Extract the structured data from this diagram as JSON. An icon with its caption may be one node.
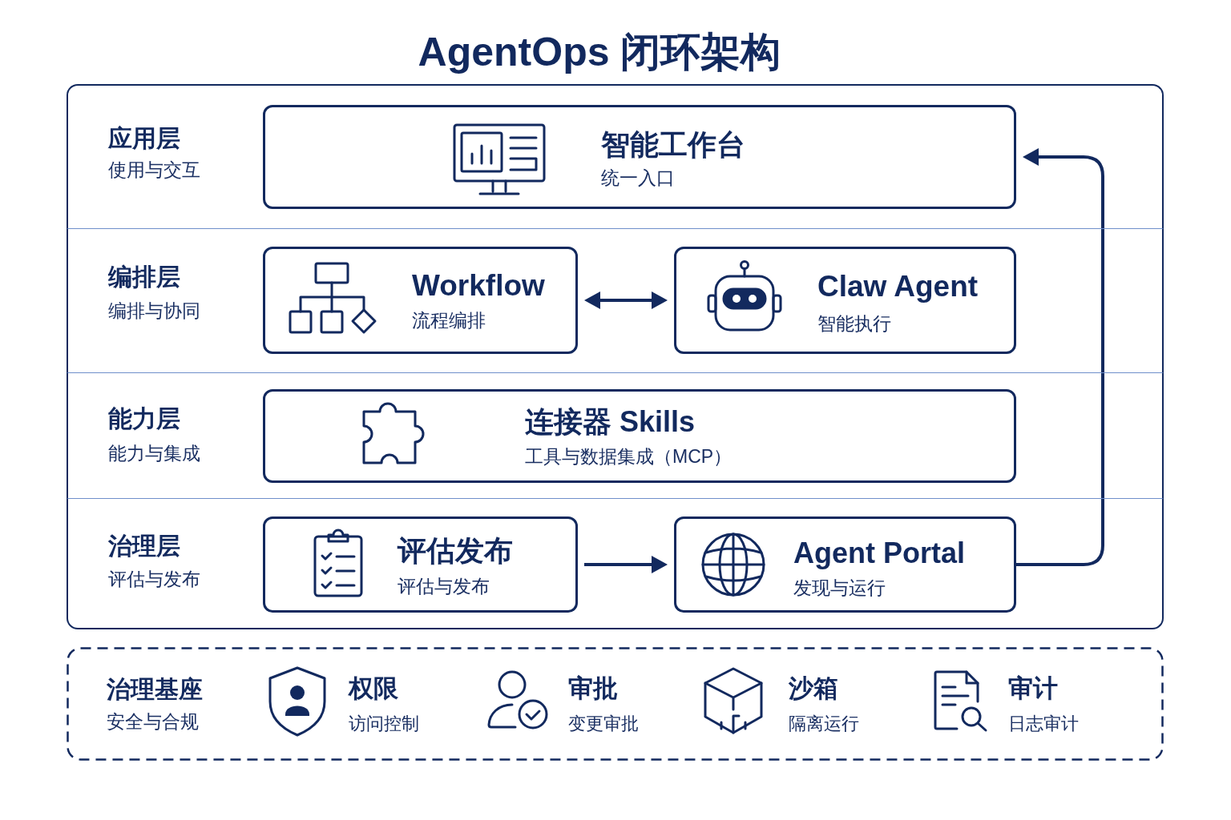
{
  "diagram": {
    "title": "AgentOps 闭环架构",
    "nodes": [
      {
        "text": [
          "应用层",
          "使用与交互"
        ]
      },
      {
        "text": [
          "智能工作台",
          "统一入口"
        ],
        "in": 0
      },
      {
        "text": [
          "编排层",
          "编排与协同"
        ]
      },
      {
        "text": [
          "Workflow",
          "流程编排"
        ],
        "in": 2
      },
      {
        "text": [
          "Claw Agent",
          "智能执行"
        ],
        "in": 2
      },
      {
        "text": [
          "能力层",
          "能力与集成"
        ]
      },
      {
        "text": [
          "连接器 Skills",
          "工具与数据集成（MCP）"
        ],
        "in": 5
      },
      {
        "text": [
          "治理层",
          "评估与发布"
        ]
      },
      {
        "text": [
          "评估发布",
          "评估与发布"
        ],
        "in": 7
      },
      {
        "text": [
          "Agent Portal",
          "发现与运行"
        ],
        "in": 7
      },
      {
        "text": [
          "治理基座",
          "安全与合规"
        ]
      }
    ],
    "edges": [
      {
        "from": 3,
        "to": 4,
        "arrow": "both"
      },
      {
        "from": 8,
        "to": 9,
        "arrow": "to"
      },
      {
        "from": 9,
        "to": 1,
        "arrow": "to"
      }
    ],
    "labels": [
      "权限",
      "访问控制",
      "审批",
      "变更审批",
      "沙箱",
      "隔离运行",
      "审计",
      "日志审计"
    ]
  }
}
